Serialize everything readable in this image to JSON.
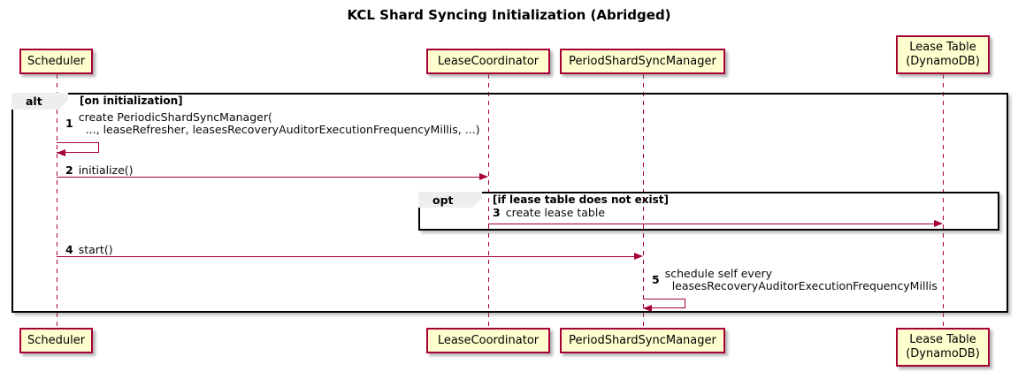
{
  "title": "KCL Shard Syncing Initialization (Abridged)",
  "participants": {
    "scheduler": {
      "label": "Scheduler"
    },
    "lease_coordinator": {
      "label": "LeaseCoordinator"
    },
    "period_shard_sync_manager": {
      "label": "PeriodShardSyncManager"
    },
    "lease_table": {
      "label": "Lease Table\n(DynamoDB)"
    }
  },
  "frames": {
    "alt": {
      "operator": "alt",
      "guard": "[on initialization]"
    },
    "opt": {
      "operator": "opt",
      "guard": "[if lease table does not exist]"
    }
  },
  "messages": {
    "m1": {
      "num": "1",
      "line1": "create PeriodicShardSyncManager(",
      "line2": "..., leaseRefresher, leasesRecoveryAuditorExecutionFrequencyMillis, ...)",
      "from": "Scheduler",
      "to": "Scheduler",
      "kind": "self"
    },
    "m2": {
      "num": "2",
      "text": "initialize()",
      "from": "Scheduler",
      "to": "LeaseCoordinator",
      "kind": "sync"
    },
    "m3": {
      "num": "3",
      "text": "create lease table",
      "from": "LeaseCoordinator",
      "to": "Lease Table (DynamoDB)",
      "kind": "sync"
    },
    "m4": {
      "num": "4",
      "text": "start()",
      "from": "Scheduler",
      "to": "PeriodShardSyncManager",
      "kind": "sync"
    },
    "m5": {
      "num": "5",
      "line1": "schedule self every",
      "line2": "leasesRecoveryAuditorExecutionFrequencyMillis",
      "from": "PeriodShardSyncManager",
      "to": "PeriodShardSyncManager",
      "kind": "self"
    }
  },
  "colors": {
    "participant_fill": "#FEFECE",
    "participant_border": "#A80036",
    "arrow": "#A80036",
    "lifeline": "#A80036",
    "frame_border": "#000000",
    "frame_label_bg": "#EEEEEE"
  }
}
